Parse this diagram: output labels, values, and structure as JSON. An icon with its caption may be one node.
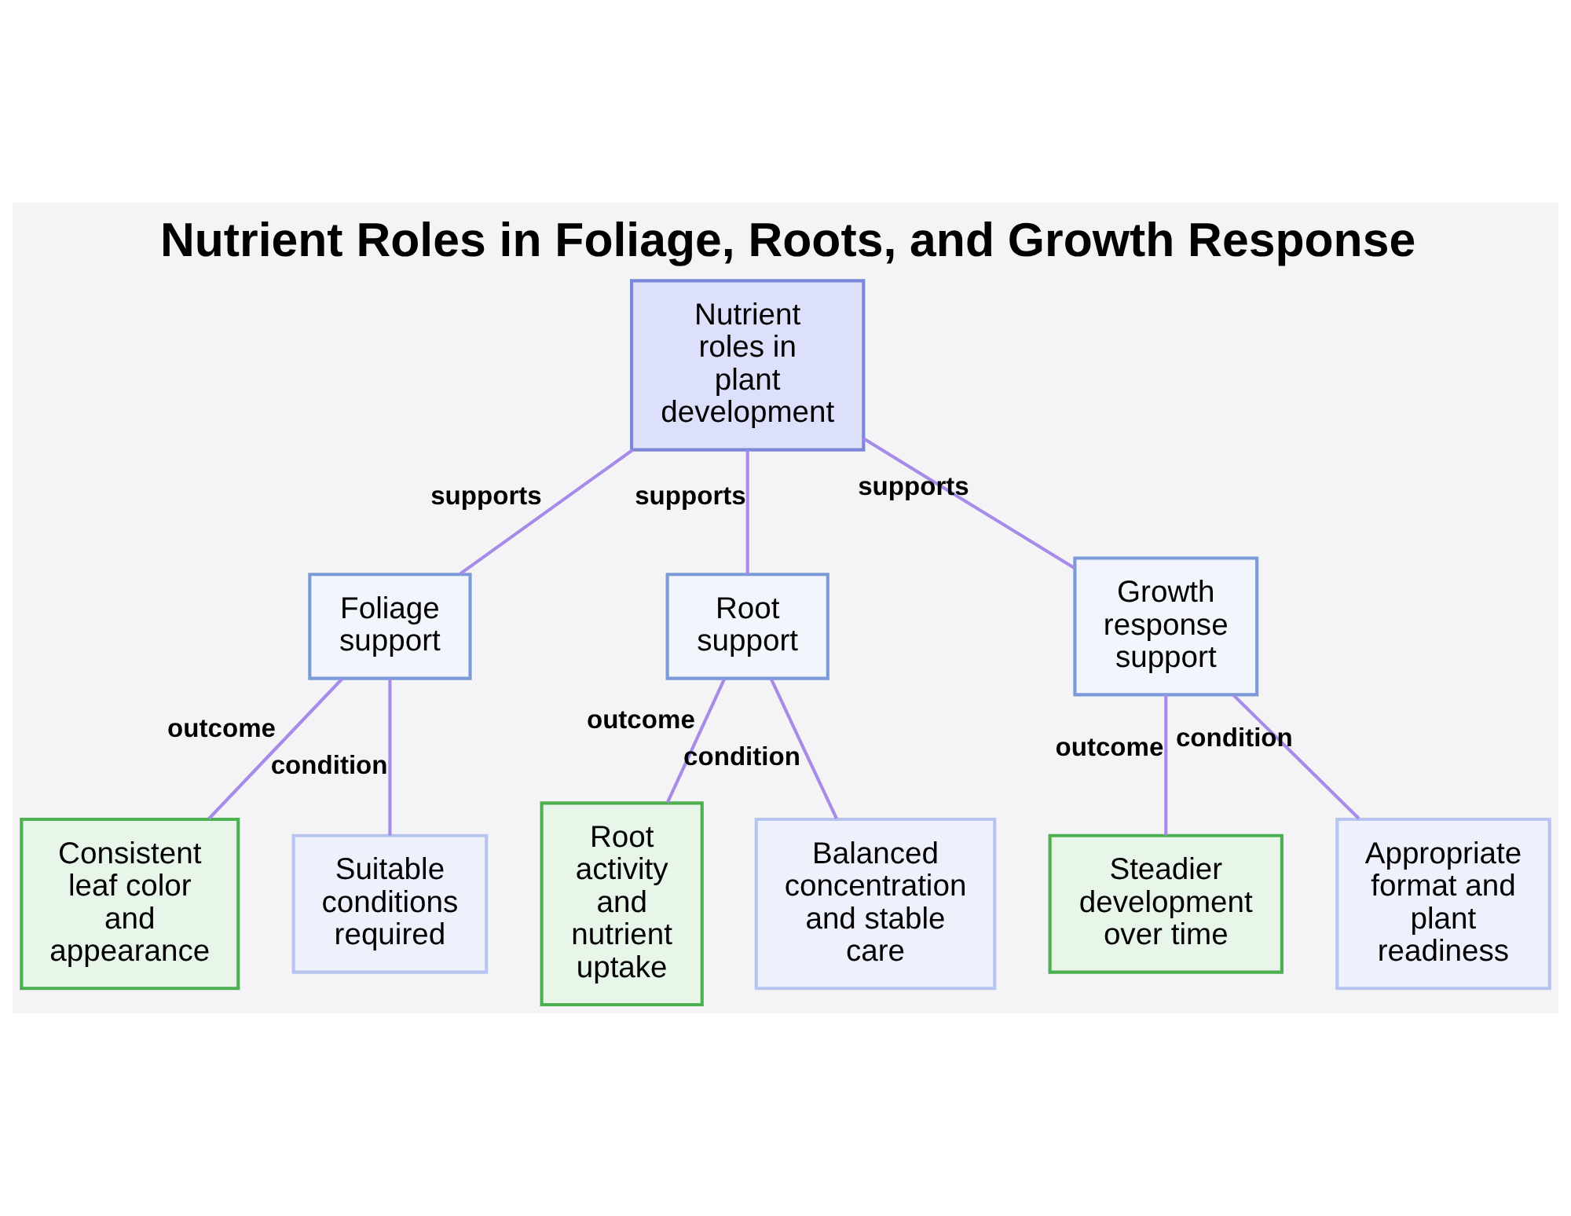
{
  "diagram": {
    "title": "Nutrient Roles in Foliage, Roots, and Growth Response",
    "nodes": [
      {
        "text": [
          "Nutrient roles in plant development"
        ]
      },
      {
        "text": [
          "Foliage support"
        ]
      },
      {
        "text": [
          "Root support"
        ]
      },
      {
        "text": [
          "Growth response support"
        ]
      },
      {
        "text": [
          "Consistent leaf color and appearance"
        ]
      },
      {
        "text": [
          "Suitable conditions required"
        ]
      },
      {
        "text": [
          "Root activity and nutrient uptake"
        ]
      },
      {
        "text": [
          "Balanced concentration and stable care"
        ]
      },
      {
        "text": [
          "Steadier development over time"
        ]
      },
      {
        "text": [
          "Appropriate format and plant readiness"
        ]
      }
    ],
    "edges": [
      {
        "from": 0,
        "to": 1,
        "arrow": "none",
        "label": "supports"
      },
      {
        "from": 0,
        "to": 2,
        "arrow": "none",
        "label": "supports"
      },
      {
        "from": 0,
        "to": 3,
        "arrow": "none",
        "label": "supports"
      },
      {
        "from": 1,
        "to": 4,
        "arrow": "none",
        "label": "outcome"
      },
      {
        "from": 1,
        "to": 5,
        "arrow": "none",
        "label": "condition"
      },
      {
        "from": 2,
        "to": 6,
        "arrow": "none",
        "label": "outcome"
      },
      {
        "from": 2,
        "to": 7,
        "arrow": "none",
        "label": "condition"
      },
      {
        "from": 3,
        "to": 8,
        "arrow": "none",
        "label": "outcome"
      },
      {
        "from": 3,
        "to": 9,
        "arrow": "none",
        "label": "condition"
      }
    ]
  }
}
